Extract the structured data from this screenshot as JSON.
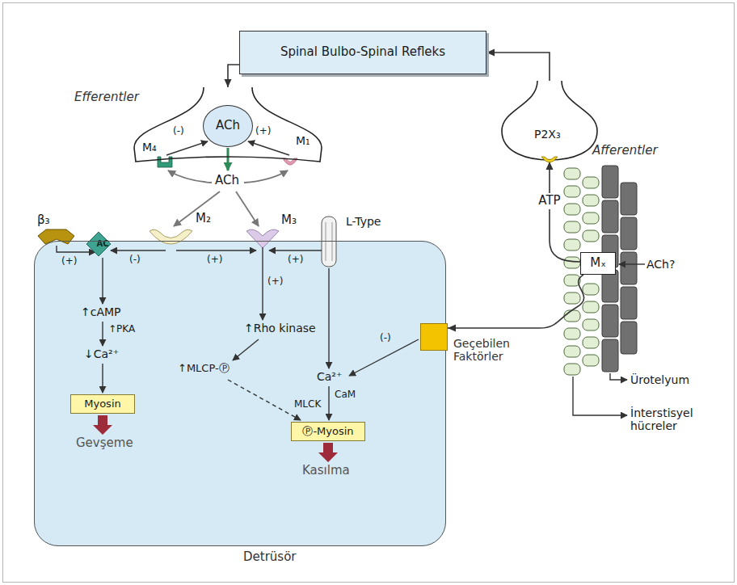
{
  "diagram": {
    "nodes": [
      {
        "text": [
          "Spinal Bulbo-Spinal Refleks"
        ]
      },
      {
        "text": [
          "Efferentler"
        ]
      },
      {
        "text": [
          "ACh"
        ],
        "in": 1
      },
      {
        "text": [
          "Afferentler",
          "P2X₃"
        ]
      },
      {
        "text": [
          "AC"
        ]
      },
      {
        "text": [
          "Mₓ"
        ]
      },
      {
        "text": [
          "Detrüsör"
        ]
      },
      {
        "text": [
          "Myosin"
        ],
        "in": 6
      },
      {
        "text": [
          "Ⓟ-Myosin"
        ],
        "in": 6
      },
      {
        "text": [
          "Geçebilen Faktörler"
        ]
      }
    ],
    "edges": [
      {
        "from": 0,
        "to": 1,
        "arrow": "to"
      },
      {
        "from": 3,
        "to": 0,
        "arrow": "to"
      },
      {
        "from": 5,
        "to": 3,
        "label": "ATP",
        "arrow": "to"
      },
      {
        "from": 5,
        "to": 9,
        "arrow": "to"
      }
    ],
    "labels": [
      "M₄",
      "(-)",
      "(+)",
      "M₁",
      "ACh",
      "β₃",
      "M₂",
      "M₃",
      "L-Type",
      "(+)",
      "(-)",
      "(+)",
      "(+)",
      "(+)",
      "↑cAMP",
      "↑PKA",
      "↓Ca²⁺",
      "Gevşeme",
      "↑Rho kinase",
      "↑MLCP-Ⓟ",
      "Ca²⁺",
      "CaM",
      "MLCK",
      "Kasılma",
      "(-)",
      "ACh?",
      "Ürotelyum",
      "İnterstisyel hücreler"
    ]
  }
}
